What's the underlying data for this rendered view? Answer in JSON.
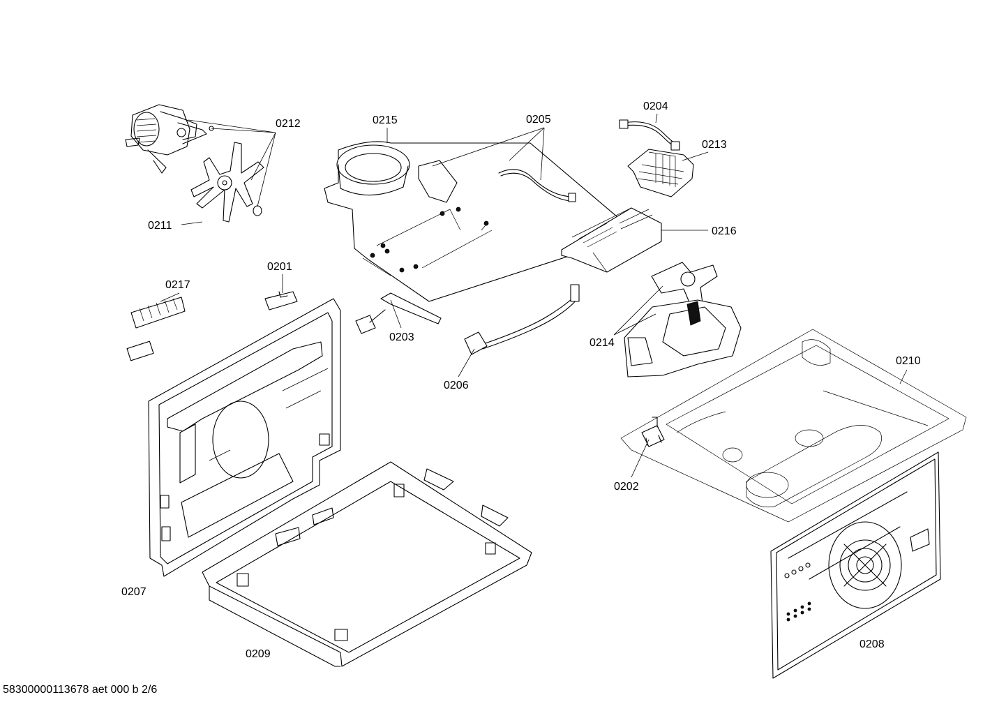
{
  "diagram": {
    "document_code": "58300000113678 aet 000 b 2/6",
    "parts": {
      "p0201": "0201",
      "p0202": "0202",
      "p0203": "0203",
      "p0204": "0204",
      "p0205": "0205",
      "p0206": "0206",
      "p0207": "0207",
      "p0208": "0208",
      "p0209": "0209",
      "p0210": "0210",
      "p0211": "0211",
      "p0212": "0212",
      "p0213": "0213",
      "p0214": "0214",
      "p0215": "0215",
      "p0216": "0216",
      "p0217": "0217"
    }
  }
}
